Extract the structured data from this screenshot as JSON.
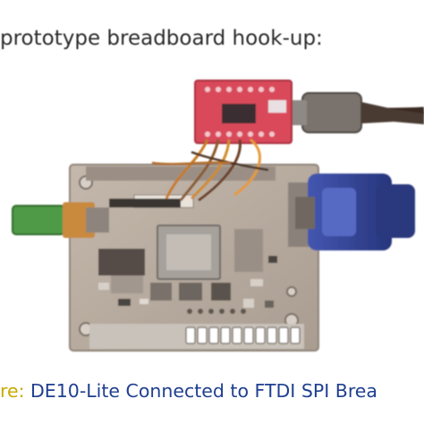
{
  "heading": "prototype breadboard hook-up:",
  "figure": {
    "caption_lead": "re:",
    "caption_text": " DE10-Lite Connected to FTDI SPI Brea"
  },
  "colors": {
    "caption_lead": "#c8a800",
    "caption_text": "#1f3f8f",
    "heading": "#2b2b2b",
    "pcb_board": "#b8ab9f",
    "breakout_board": "#d9495a",
    "vga_connector": "#2f3f93",
    "usb_plug": "#4f9a47"
  }
}
